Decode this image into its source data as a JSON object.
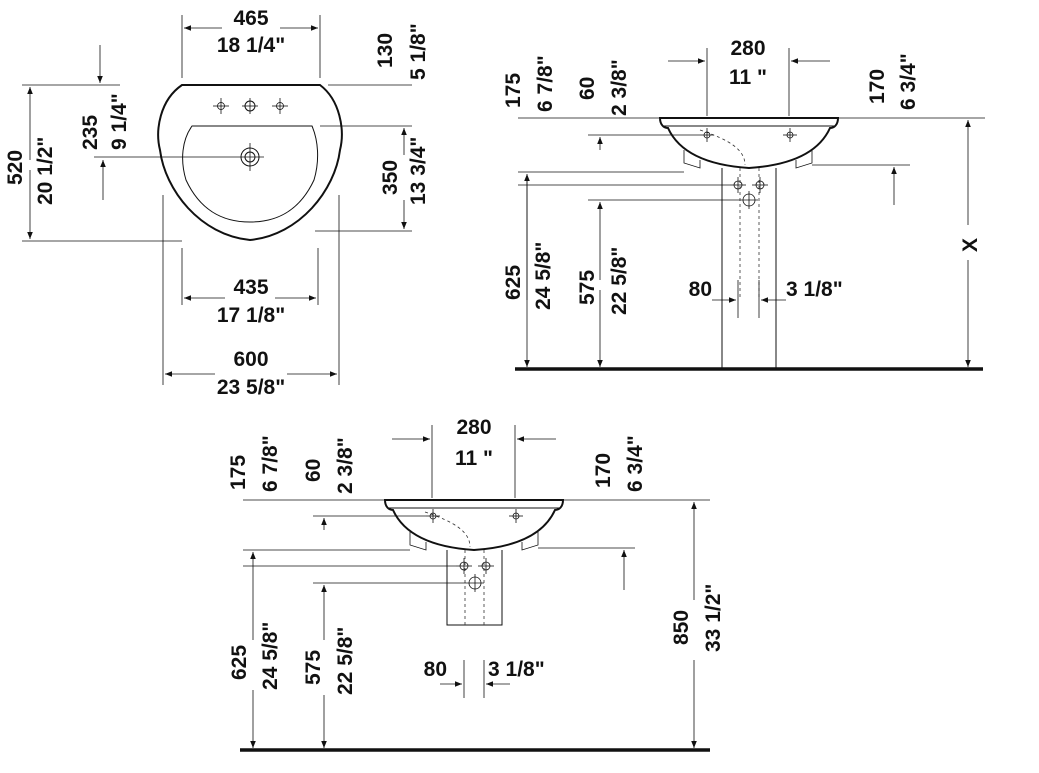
{
  "top_view": {
    "width_top_mm": "465",
    "width_top_in": "18 1/4\"",
    "top_offset_mm": "130",
    "top_offset_in": "5 1/8\"",
    "depth_mm": "520",
    "depth_in": "20 1/2\"",
    "tap_depth_mm": "235",
    "tap_depth_in": "9 1/4\"",
    "bowl_depth_mm": "350",
    "bowl_depth_in": "13 3/4\"",
    "width_mid_mm": "435",
    "width_mid_in": "17 1/8\"",
    "width_total_mm": "600",
    "width_total_in": "23 5/8\""
  },
  "pedestal_view": {
    "rim_mm": "175",
    "rim_in": "6 7/8\"",
    "tap_mm": "60",
    "tap_in": "2 3/8\"",
    "width_mm": "280",
    "width_in": "11 \"",
    "right_mm": "170",
    "right_in": "6 3/4\"",
    "h1_mm": "625",
    "h1_in": "24 5/8\"",
    "h2_mm": "575",
    "h2_in": "22 5/8\"",
    "outlet_mm": "80",
    "outlet_in": "3 1/8\"",
    "height_label": "X"
  },
  "semi_pedestal_view": {
    "width_mm": "280",
    "width_in": "11 \"",
    "rim_mm": "175",
    "rim_in": "6 7/8\"",
    "tap_mm": "60",
    "tap_in": "2 3/8\"",
    "right_mm": "170",
    "right_in": "6 3/4\"",
    "h1_mm": "625",
    "h1_in": "24 5/8\"",
    "h2_mm": "575",
    "h2_in": "22 5/8\"",
    "outlet_mm": "80",
    "outlet_in": "3 1/8\"",
    "height_mm": "850",
    "height_in": "33 1/2\""
  }
}
